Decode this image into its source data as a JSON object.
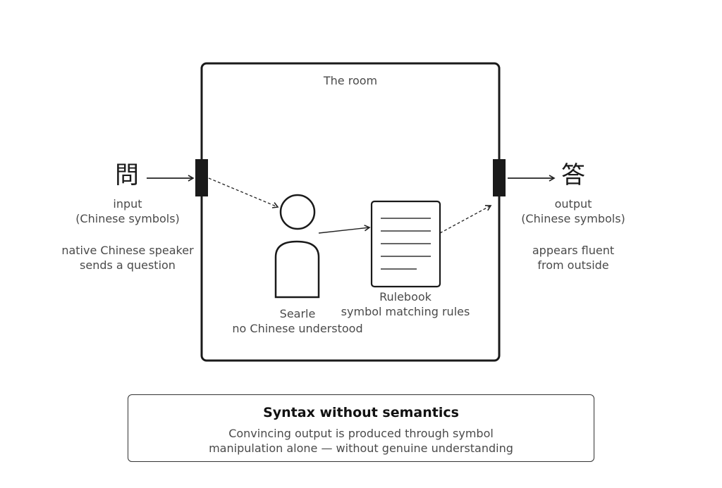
{
  "room": {
    "label": "The room"
  },
  "input": {
    "glyph": "問",
    "label_line1": "input",
    "label_line2": "(Chinese symbols)",
    "note_line1": "native Chinese speaker",
    "note_line2": "sends a question"
  },
  "output": {
    "glyph": "答",
    "label_line1": "output",
    "label_line2": "(Chinese symbols)",
    "note_line1": "appears fluent",
    "note_line2": "from outside"
  },
  "person": {
    "name": "Searle",
    "note": "no Chinese understood"
  },
  "rulebook": {
    "name": "Rulebook",
    "note": "symbol matching rules"
  },
  "summary": {
    "title": "Syntax without semantics",
    "line1": "Convincing output is produced through symbol",
    "line2": "manipulation alone — without genuine understanding"
  }
}
